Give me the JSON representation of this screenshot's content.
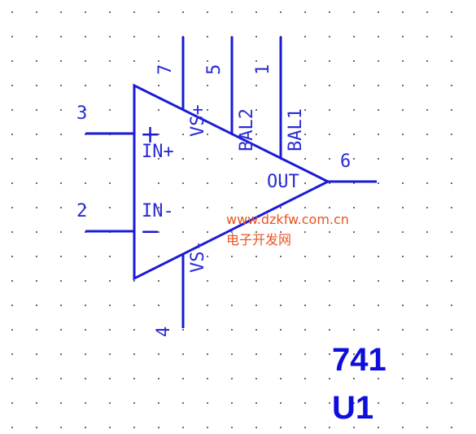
{
  "component": {
    "part": "741",
    "refdes": "U1"
  },
  "pins": [
    {
      "number": "3",
      "name": "IN+"
    },
    {
      "number": "2",
      "name": "IN-"
    },
    {
      "number": "7",
      "name": "VS+"
    },
    {
      "number": "5",
      "name": "BAL2"
    },
    {
      "number": "1",
      "name": "BAL1"
    },
    {
      "number": "6",
      "name": "OUT"
    },
    {
      "number": "4",
      "name": "VS-"
    }
  ],
  "symbols": {
    "plus": "+",
    "minus": "−"
  },
  "watermark": {
    "url": "www.dzkfw.com.cn",
    "name": "电子开发网"
  },
  "colors": {
    "line": "#1a1ad6",
    "text": "#2b2bd8",
    "watermark": "#e8541e",
    "grid": "#6b6b6b"
  }
}
